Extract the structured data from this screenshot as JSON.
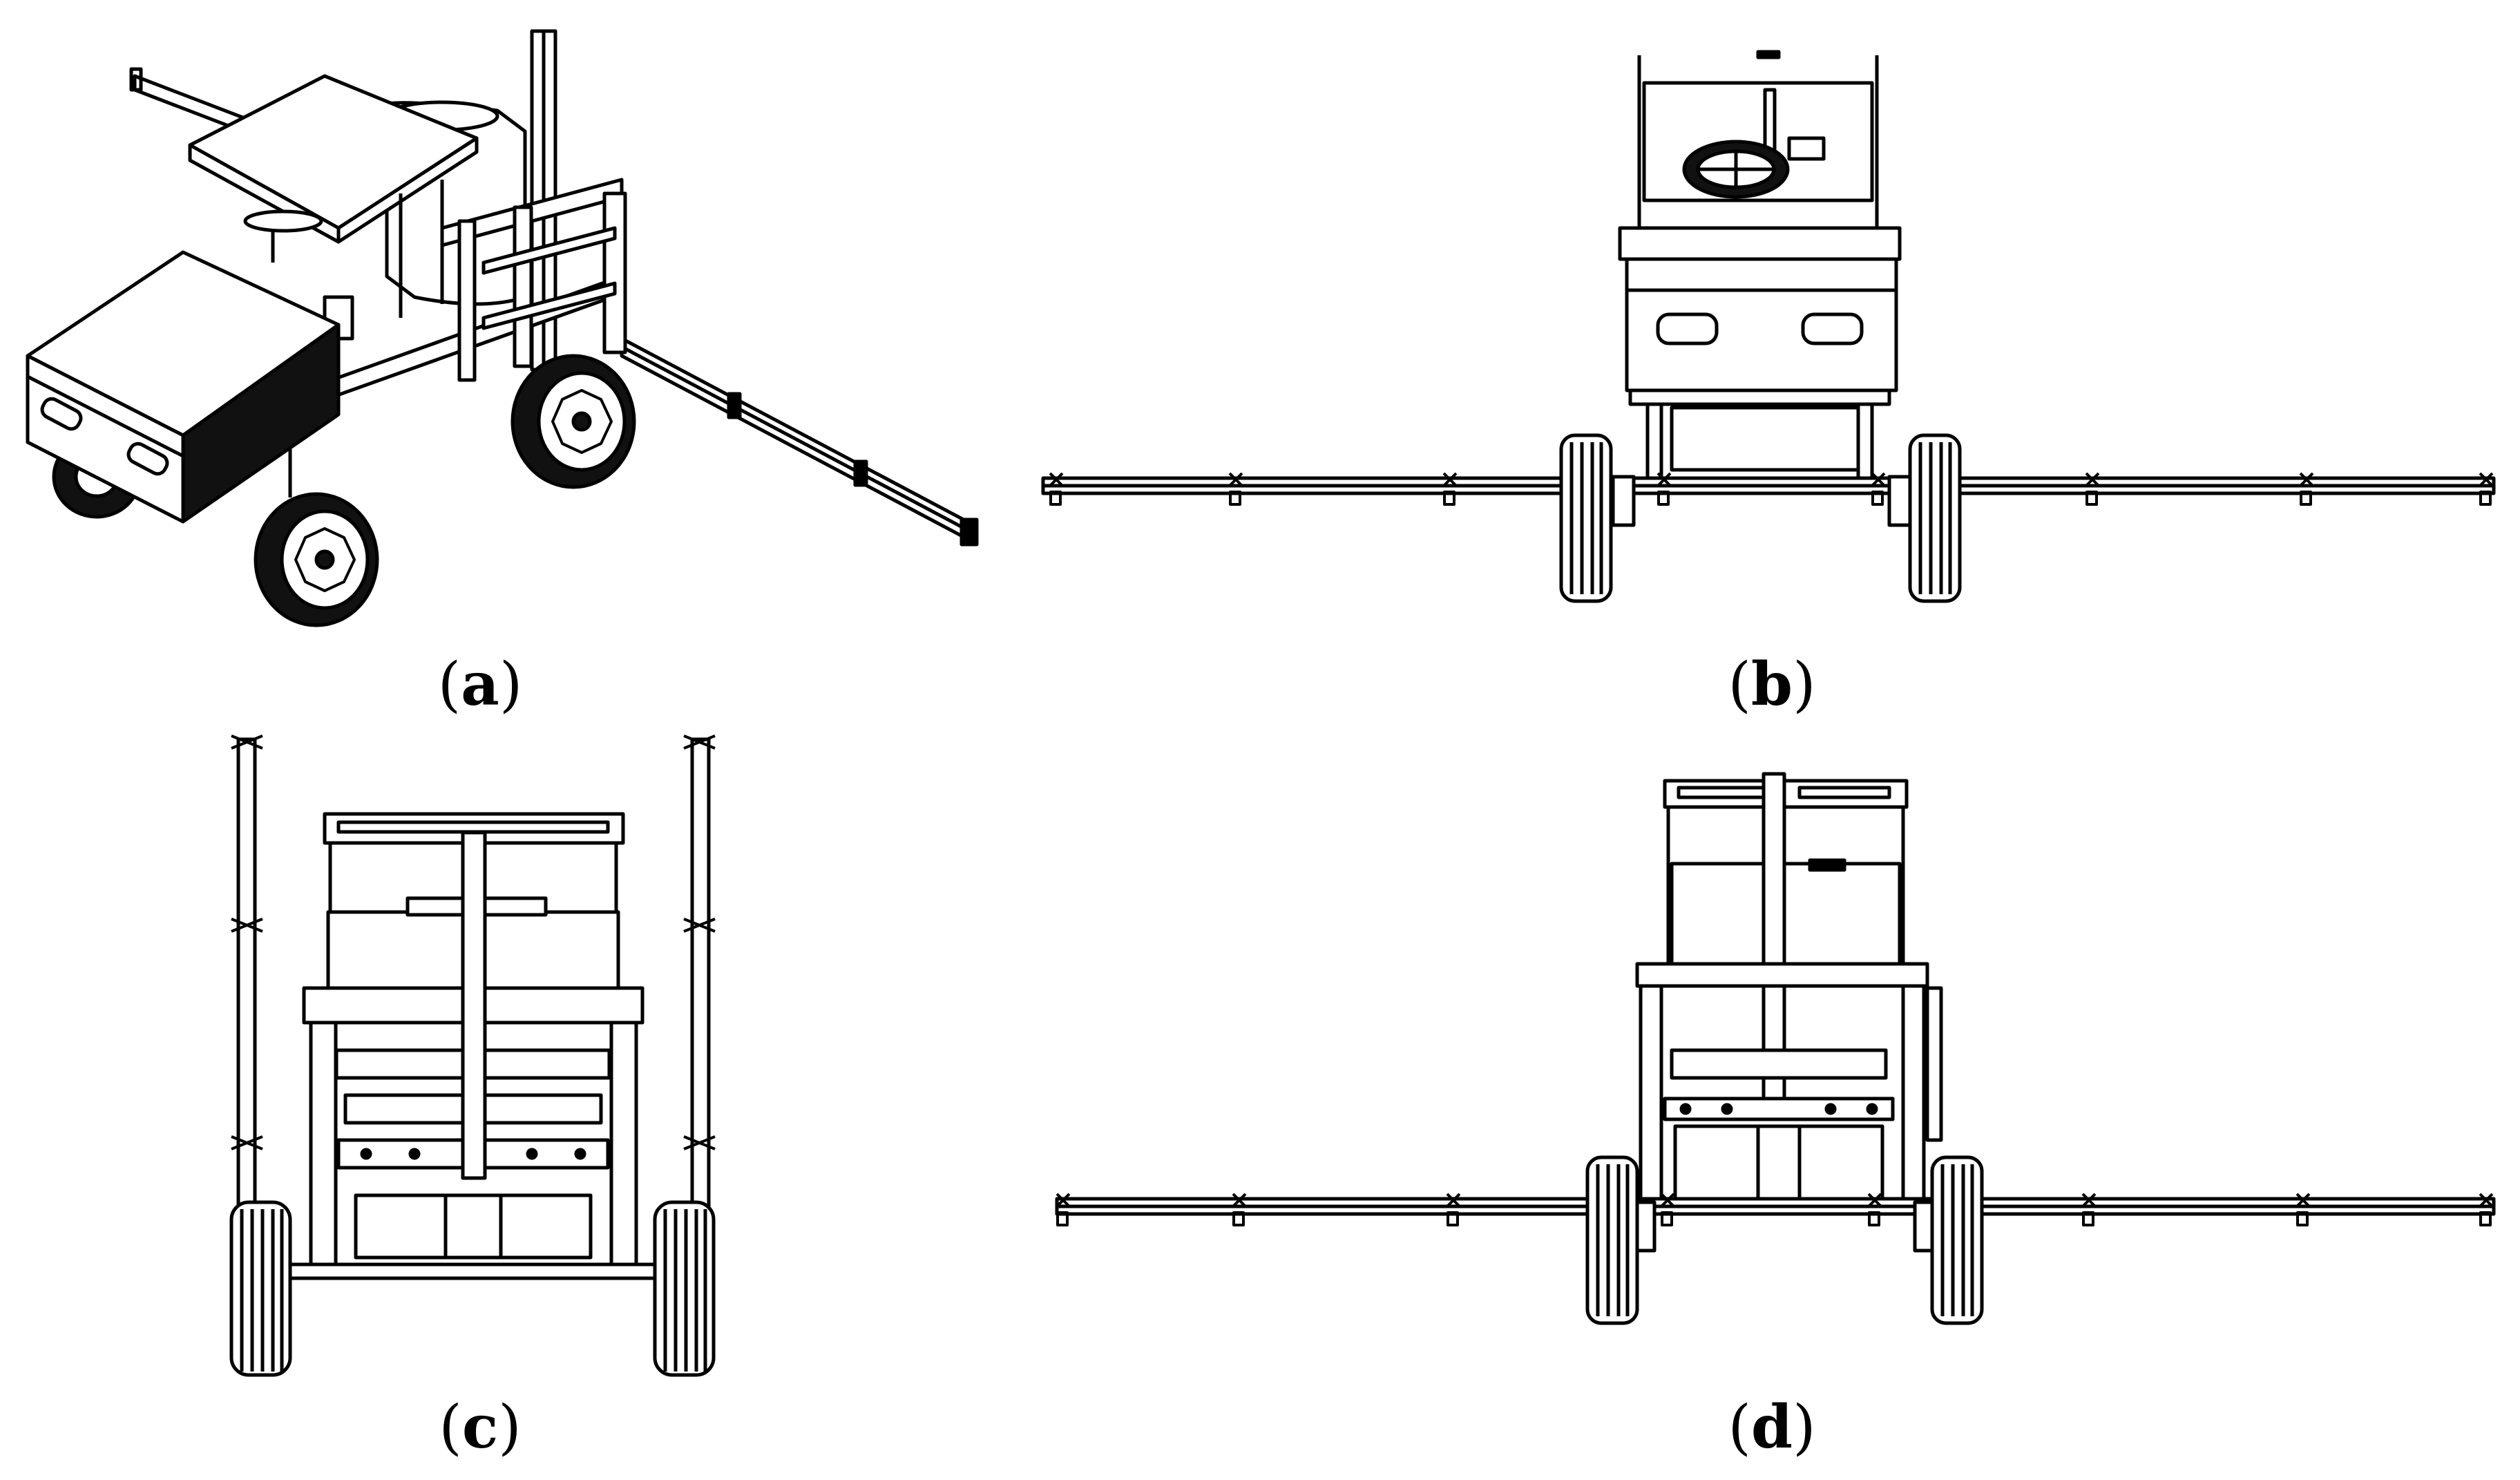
{
  "figure": {
    "panels": [
      {
        "id": "a",
        "paren_open": "(",
        "letter": "a",
        "paren_close": ")",
        "view": "isometric"
      },
      {
        "id": "b",
        "paren_open": "(",
        "letter": "b",
        "paren_close": ")",
        "view": "front-with-boom"
      },
      {
        "id": "c",
        "paren_open": "(",
        "letter": "c",
        "paren_close": ")",
        "view": "side-with-boom-folded"
      },
      {
        "id": "d",
        "paren_open": "(",
        "letter": "d",
        "paren_open_2": "(",
        "paren_close": ")",
        "view": "rear-with-boom"
      }
    ],
    "colors": {
      "line": "#000000",
      "background": "#ffffff",
      "fill_light": "#f2f2f2",
      "fill_dark": "#111111"
    }
  }
}
